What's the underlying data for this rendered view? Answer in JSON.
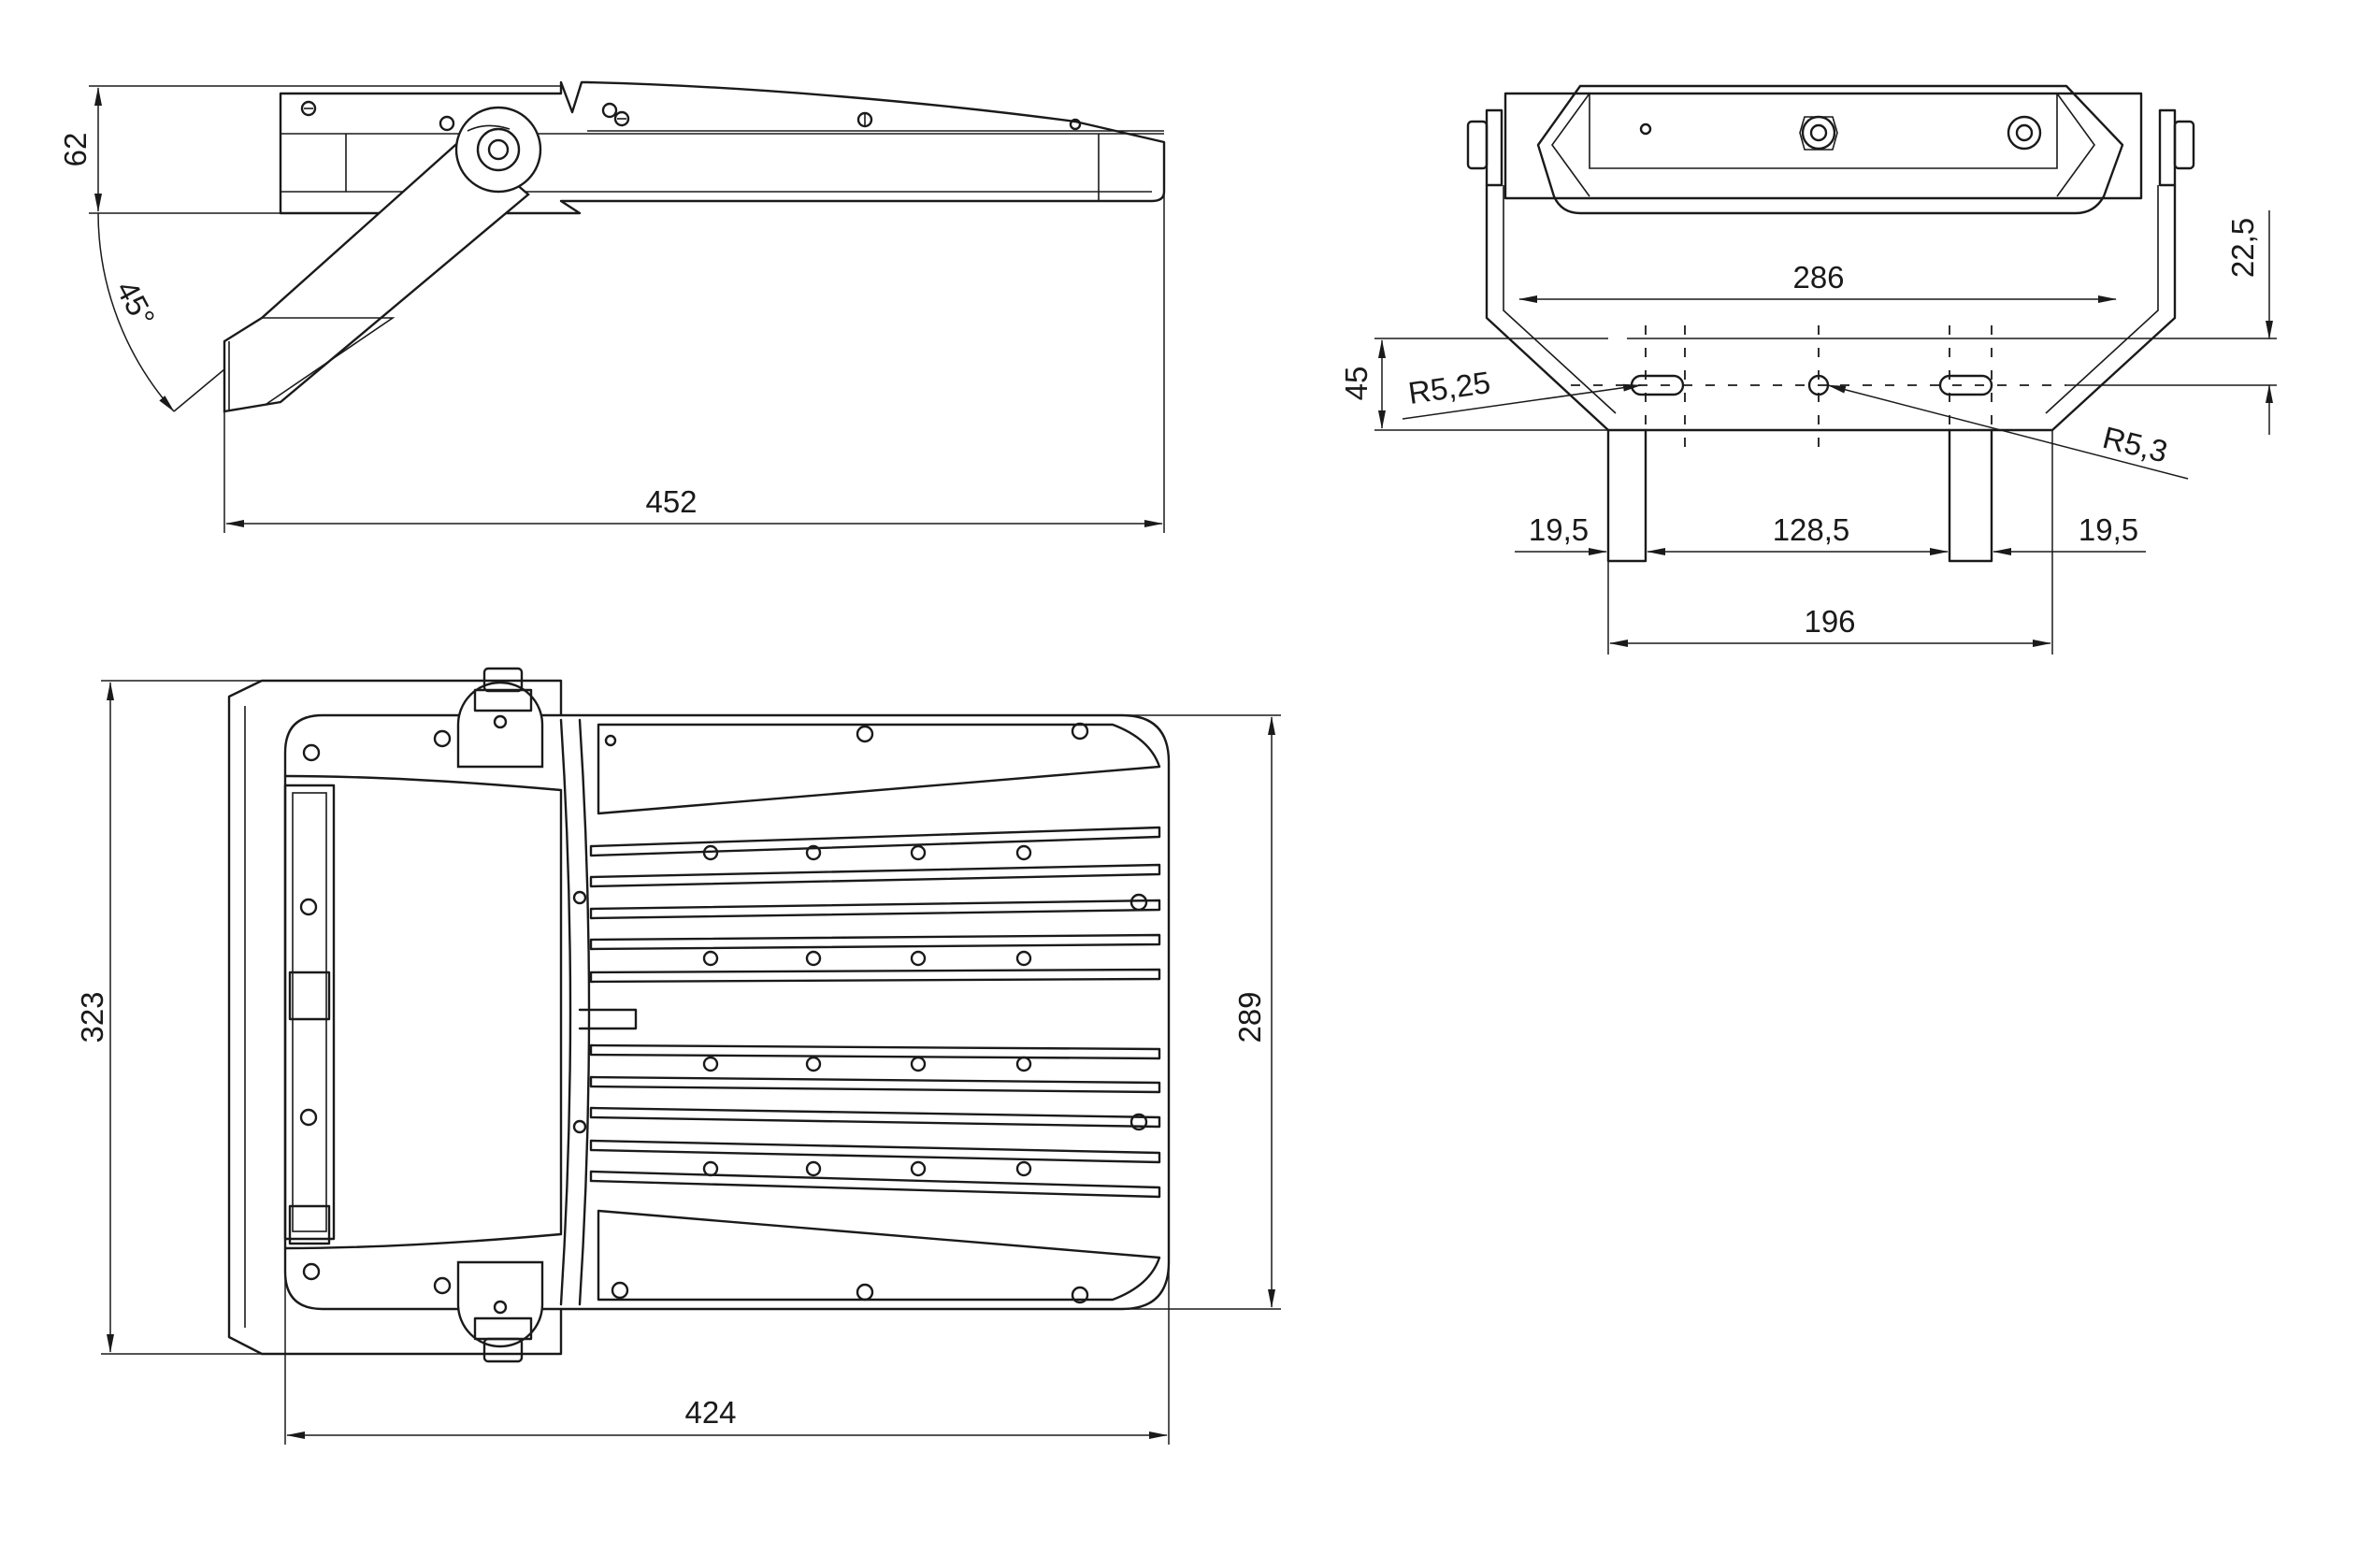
{
  "views": {
    "side": {
      "dimensions": {
        "length": "452",
        "height": "62",
        "tilt_angle": "45°"
      }
    },
    "front": {
      "dimensions": {
        "bracket_hole_span": "286",
        "offset_top": "22,5",
        "bracket_height": "45",
        "slot_radius": "R5,25",
        "hole_radius": "R5,3",
        "left_margin": "19,5",
        "slot_spacing": "128,5",
        "right_margin": "19,5",
        "base_width": "196"
      }
    },
    "top": {
      "dimensions": {
        "overall_length": "323",
        "body_length": "289",
        "body_width": "424"
      }
    }
  },
  "style": {
    "line_color": "#1a1a1a",
    "background": "#ffffff"
  }
}
